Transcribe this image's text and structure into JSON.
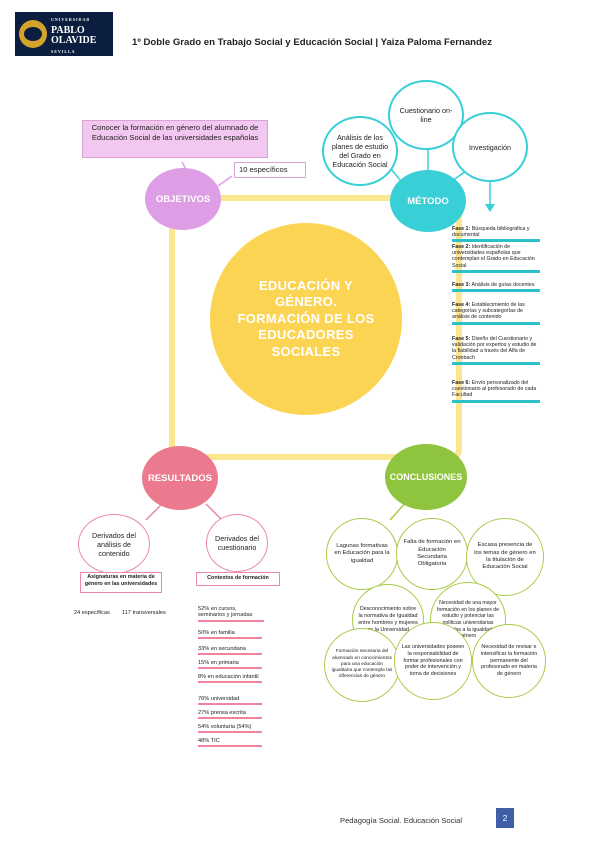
{
  "header": {
    "logo_top": "UNIVERSIDAD",
    "logo_name": "PABLO OLAVIDE",
    "logo_bottom": "SEVILLA",
    "title": "1º Doble Grado en Trabajo Social y Educación Social | Yaiza Paloma Fernandez"
  },
  "center": {
    "lines": [
      "EDUCACIÓN Y",
      "GÉNERO.",
      "FORMACIÓN DE LOS",
      "EDUCADORES",
      "SOCIALES"
    ]
  },
  "objetivos": {
    "label": "OBJETIVOS",
    "general": "Conocer la formación en género del alumnado de Educación Social de las universidades españolas",
    "especificos": "10 específicos"
  },
  "metodo": {
    "label": "MÉTODO",
    "circles": [
      "Análisis de los planes de estudio del Grado en Educación Social",
      "Cuestionario on-line",
      "Investigación"
    ],
    "fases": [
      {
        "n": "Fase 1:",
        "t": "Búsqueda bibliográfica y documental"
      },
      {
        "n": "Fase 2:",
        "t": "Identificación de universidades españolas que contemplan el Grado en Educación Social"
      },
      {
        "n": "Fase 3:",
        "t": "Análisis de guías docentes"
      },
      {
        "n": "Fase 4:",
        "t": "Establecimiento de las categorías y subcategorías de análisis de contenido"
      },
      {
        "n": "Fase 5:",
        "t": "Diseño del Cuestionario y validación por expertos y estudio de la fiabilidad a través del Alfa de Cronbach"
      },
      {
        "n": "Fase 6:",
        "t": "Envío personalizado del cuestionario al profesorado de cada Facultad"
      }
    ]
  },
  "resultados": {
    "label": "RESULTADOS",
    "left_circle": "Derivados del análisis de contenido",
    "right_circle": "Derivados del cuestionario",
    "left_box": "Asignaturas en materia de género en las universidades",
    "left_counts": [
      "24 específicas",
      "117 transversales"
    ],
    "right_box": "Contextos de formación",
    "stats": [
      "52% en cursos, seminarios y jornadas",
      "50% en familia",
      "33% en secundaria",
      "15% en primaria",
      "8% en educación infantil",
      "76% universidad",
      "27% prensa escrita",
      "54% voluntaria (54%)",
      "48% TIC"
    ]
  },
  "conclusiones": {
    "label": "CONCLUSIONES",
    "circles": [
      "Lagunas formativas en Educación para la igualdad",
      "Falta de formación en Educación Secundaria Obligatoria",
      "Escasa presencia de los temas de género en la titulación de Educación Social",
      "Desconocimiento sobre la normativa de Igualdad entre hombres y mujeres en la Universidad",
      "Necesidad de una mayor formación en los planes de estudio y potenciar las políticas universitarias orientadas a la igualdad de género",
      "Las universidades poseen la responsabilidad de formar profesionales con poder de intervención y toma de decisiones",
      "Necesidad de revisar e intensificar la formación permanente del profesorado en materia de género",
      "Formación necesaria del alumnado en conocimientos para una educación igualitaria que contemple las diferencias de género"
    ]
  },
  "footer": {
    "text": "Pedagogía Social. Educación Social",
    "page": "2"
  },
  "colors": {
    "yellow": "#fcd453",
    "purple": "#dd9ee6",
    "teal": "#39cfd6",
    "pink": "#eb7a8f",
    "green": "#8fc43f"
  }
}
